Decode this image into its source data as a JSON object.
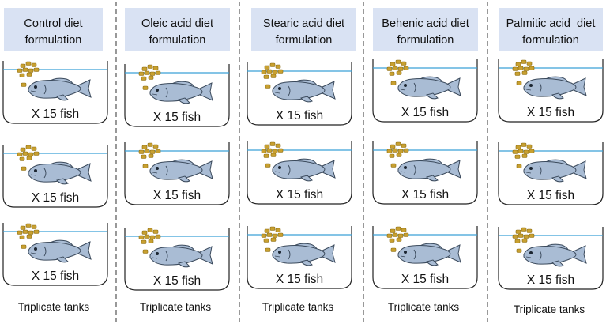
{
  "columns": [
    {
      "header": {
        "line1": "Control diet",
        "line2": "formulation"
      },
      "tank_label": "X 15 fish",
      "footer": "Triplicate tanks"
    },
    {
      "header": {
        "line1": "Oleic acid diet",
        "line2": "formulation"
      },
      "tank_label": "X 15 fish",
      "footer": "Triplicate tanks"
    },
    {
      "header": {
        "line1": "Stearic acid diet",
        "line2": "formulation"
      },
      "tank_label": "X 15 fish",
      "footer": "Triplicate tanks"
    },
    {
      "header": {
        "line1": "Behenic acid diet",
        "line2": "formulation"
      },
      "tank_label": "X 15 fish",
      "footer": "Triplicate tanks"
    },
    {
      "header": {
        "line1": "Palmitic acid  diet",
        "line2": "formulation"
      },
      "tank_label": "X 15 fish",
      "footer": "Triplicate tanks"
    }
  ],
  "colors": {
    "header_fill": "#d9e2f3",
    "water_line": "#3aa0d8",
    "pellet": "#c8a030",
    "pellet_stroke": "#8a6a10",
    "fish_body": "#a9bcd4",
    "fish_outline": "#3b4a5c",
    "divider": "#555555",
    "tank_stroke": "#222222"
  }
}
